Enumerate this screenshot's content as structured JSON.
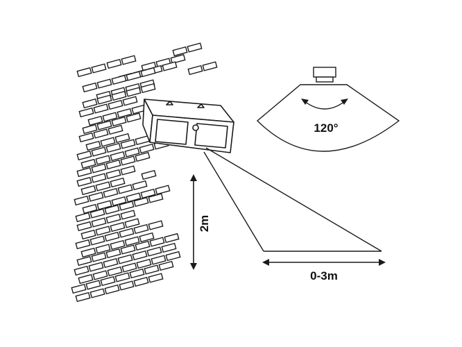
{
  "labels": {
    "angle": "120°",
    "height": "2m",
    "distance": "0-3m"
  },
  "colors": {
    "stroke": "#1a1a1a",
    "background": "#ffffff"
  }
}
